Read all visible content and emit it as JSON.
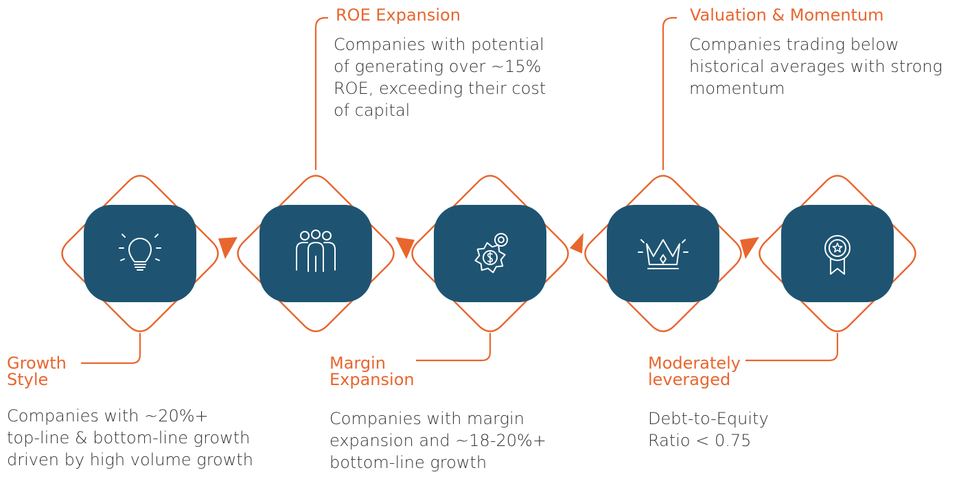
{
  "colors": {
    "accent": "#e8662e",
    "tile": "#1e5472",
    "icon_stroke": "#ffffff",
    "text": "#333333"
  },
  "steps": [
    {
      "title_lines": [
        "Growth",
        "Style"
      ],
      "desc_lines": [
        "Companies with ~20%+",
        "top-line & bottom-line growth",
        "driven by high volume growth"
      ],
      "icon": "lightbulb-icon"
    },
    {
      "title_lines": [
        "ROE Expansion"
      ],
      "desc_lines": [
        "Companies with potential",
        "of generating over ~15%",
        "ROE, exceeding their cost",
        "of capital"
      ],
      "icon": "people-group-icon"
    },
    {
      "title_lines": [
        "Margin",
        "Expansion"
      ],
      "desc_lines": [
        "Companies with margin",
        "expansion and ~18-20%+",
        "bottom-line growth"
      ],
      "icon": "gear-dollar-icon"
    },
    {
      "title_lines": [
        "Valuation & Momentum"
      ],
      "desc_lines": [
        "Companies trading below",
        "historical averages with strong",
        "momentum"
      ],
      "icon": "crown-icon"
    },
    {
      "title_lines": [
        "Moderately",
        "leveraged"
      ],
      "desc_lines": [
        "Debt-to-Equity",
        "Ratio < 0.75"
      ],
      "icon": "award-badge-icon"
    }
  ]
}
